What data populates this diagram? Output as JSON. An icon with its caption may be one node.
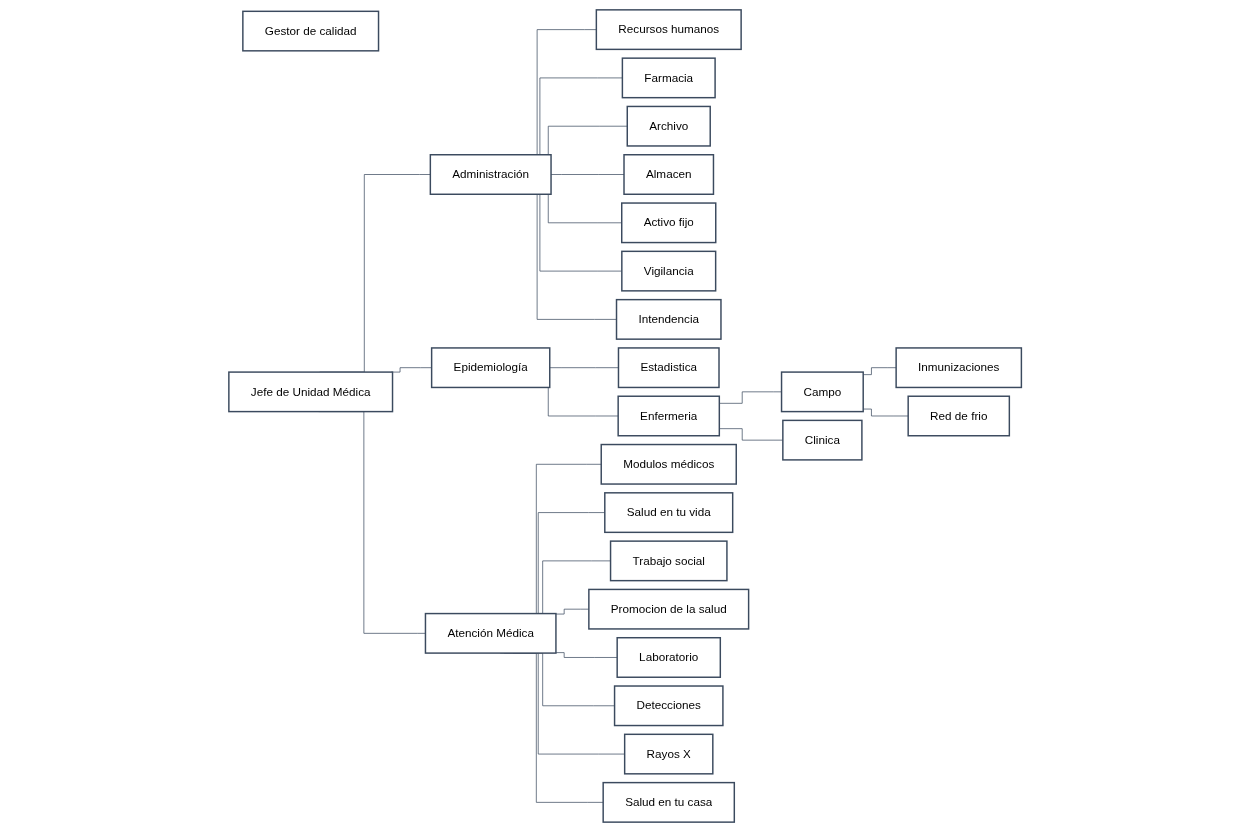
{
  "diagram": {
    "nodes": [
      {
        "text": [
          "Jefe de Unidad Médica"
        ]
      },
      {
        "text": [
          "Administración"
        ]
      },
      {
        "text": [
          "Epidemiología"
        ]
      },
      {
        "text": [
          "Atención Médica"
        ]
      },
      {
        "text": [
          "Gestor de calidad"
        ]
      },
      {
        "text": [
          "Recursos humanos"
        ]
      },
      {
        "text": [
          "Farmacia"
        ]
      },
      {
        "text": [
          "Archivo"
        ]
      },
      {
        "text": [
          "Almacen"
        ]
      },
      {
        "text": [
          "Activo fijo"
        ]
      },
      {
        "text": [
          "Vigilancia"
        ]
      },
      {
        "text": [
          "Intendencia"
        ]
      },
      {
        "text": [
          "Estadistica"
        ]
      },
      {
        "text": [
          "Enfermeria"
        ]
      },
      {
        "text": [
          "Campo"
        ]
      },
      {
        "text": [
          "Clinica"
        ]
      },
      {
        "text": [
          "Inmunizaciones"
        ]
      },
      {
        "text": [
          "Red de frio"
        ]
      },
      {
        "text": [
          "Modulos médicos"
        ]
      },
      {
        "text": [
          "Salud en tu vida"
        ]
      },
      {
        "text": [
          "Trabajo social"
        ]
      },
      {
        "text": [
          "Promocion de la salud"
        ]
      },
      {
        "text": [
          "Laboratorio"
        ]
      },
      {
        "text": [
          "Detecciones"
        ]
      },
      {
        "text": [
          "Rayos X"
        ]
      },
      {
        "text": [
          "Salud en tu casa"
        ]
      }
    ],
    "edges": [
      {
        "from": 0,
        "to": 1,
        "arrow": "none"
      },
      {
        "from": 0,
        "to": 2,
        "arrow": "none"
      },
      {
        "from": 0,
        "to": 3,
        "arrow": "none"
      },
      {
        "from": 1,
        "to": 5,
        "arrow": "none"
      },
      {
        "from": 1,
        "to": 6,
        "arrow": "none"
      },
      {
        "from": 1,
        "to": 7,
        "arrow": "none"
      },
      {
        "from": 1,
        "to": 8,
        "arrow": "none"
      },
      {
        "from": 1,
        "to": 9,
        "arrow": "none"
      },
      {
        "from": 1,
        "to": 10,
        "arrow": "none"
      },
      {
        "from": 1,
        "to": 11,
        "arrow": "none"
      },
      {
        "from": 2,
        "to": 12,
        "arrow": "none"
      },
      {
        "from": 2,
        "to": 13,
        "arrow": "none"
      },
      {
        "from": 13,
        "to": 14,
        "arrow": "none"
      },
      {
        "from": 13,
        "to": 15,
        "arrow": "none"
      },
      {
        "from": 14,
        "to": 16,
        "arrow": "none"
      },
      {
        "from": 14,
        "to": 17,
        "arrow": "none"
      },
      {
        "from": 3,
        "to": 18,
        "arrow": "none"
      },
      {
        "from": 3,
        "to": 19,
        "arrow": "none"
      },
      {
        "from": 3,
        "to": 20,
        "arrow": "none"
      },
      {
        "from": 3,
        "to": 21,
        "arrow": "none"
      },
      {
        "from": 3,
        "to": 22,
        "arrow": "none"
      },
      {
        "from": 3,
        "to": 23,
        "arrow": "none"
      },
      {
        "from": 3,
        "to": 24,
        "arrow": "none"
      },
      {
        "from": 3,
        "to": 25,
        "arrow": "none"
      }
    ]
  }
}
